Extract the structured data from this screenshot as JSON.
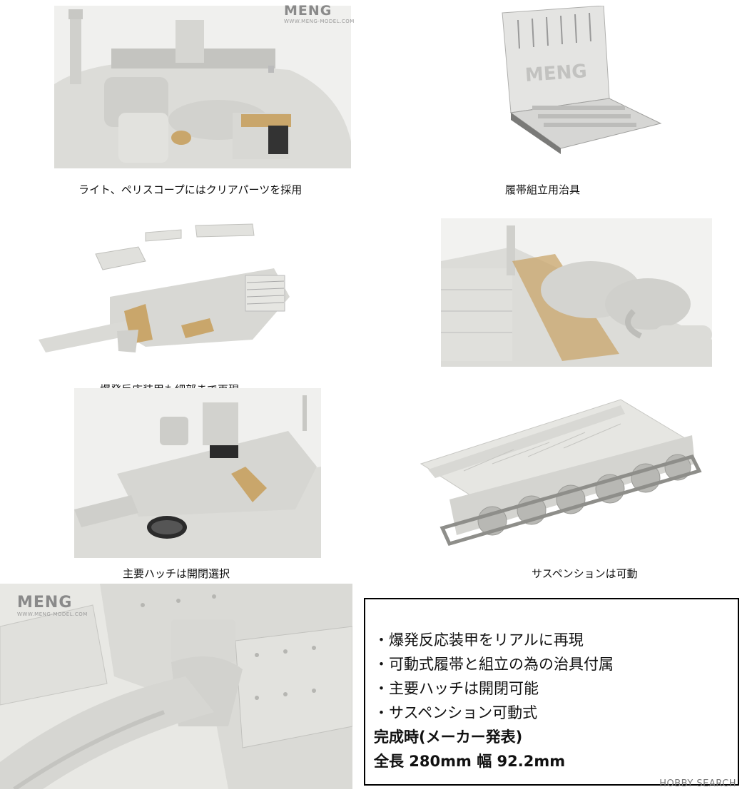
{
  "brand": {
    "logo_top": "MENG",
    "logo_top_sub": "WWW.MENG-MODEL.COM",
    "logo_bottom": "MENG",
    "logo_bottom_sub": "WWW.MENG-MODEL.COM"
  },
  "photo_caption_1": "ライト、ペリスコープにはクリアパーツを採用",
  "photo_caption_2": "履帯組立用治具",
  "photo_caption_3": "爆発反応装甲も細部まで再現",
  "photo_caption_4": "主要ハッチは開閉選択",
  "photo_caption_5": "サスペンションは可動",
  "jig_label": "MENG",
  "features": [
    "・爆発反応装甲をリアルに再現",
    "・可動式履帯と組立の為の治具付属",
    "・主要ハッチは開閉可能",
    "・サスペンション可動式"
  ],
  "spec_heading": "完成時(メーカー発表)",
  "spec_size": "全長 280mm 幅 92.2mm",
  "watermark": "HOBBY SEARCH",
  "colors": {
    "model_grey": "#dcdcd8",
    "photoetch": "#c9a66b",
    "border": "#000000"
  }
}
